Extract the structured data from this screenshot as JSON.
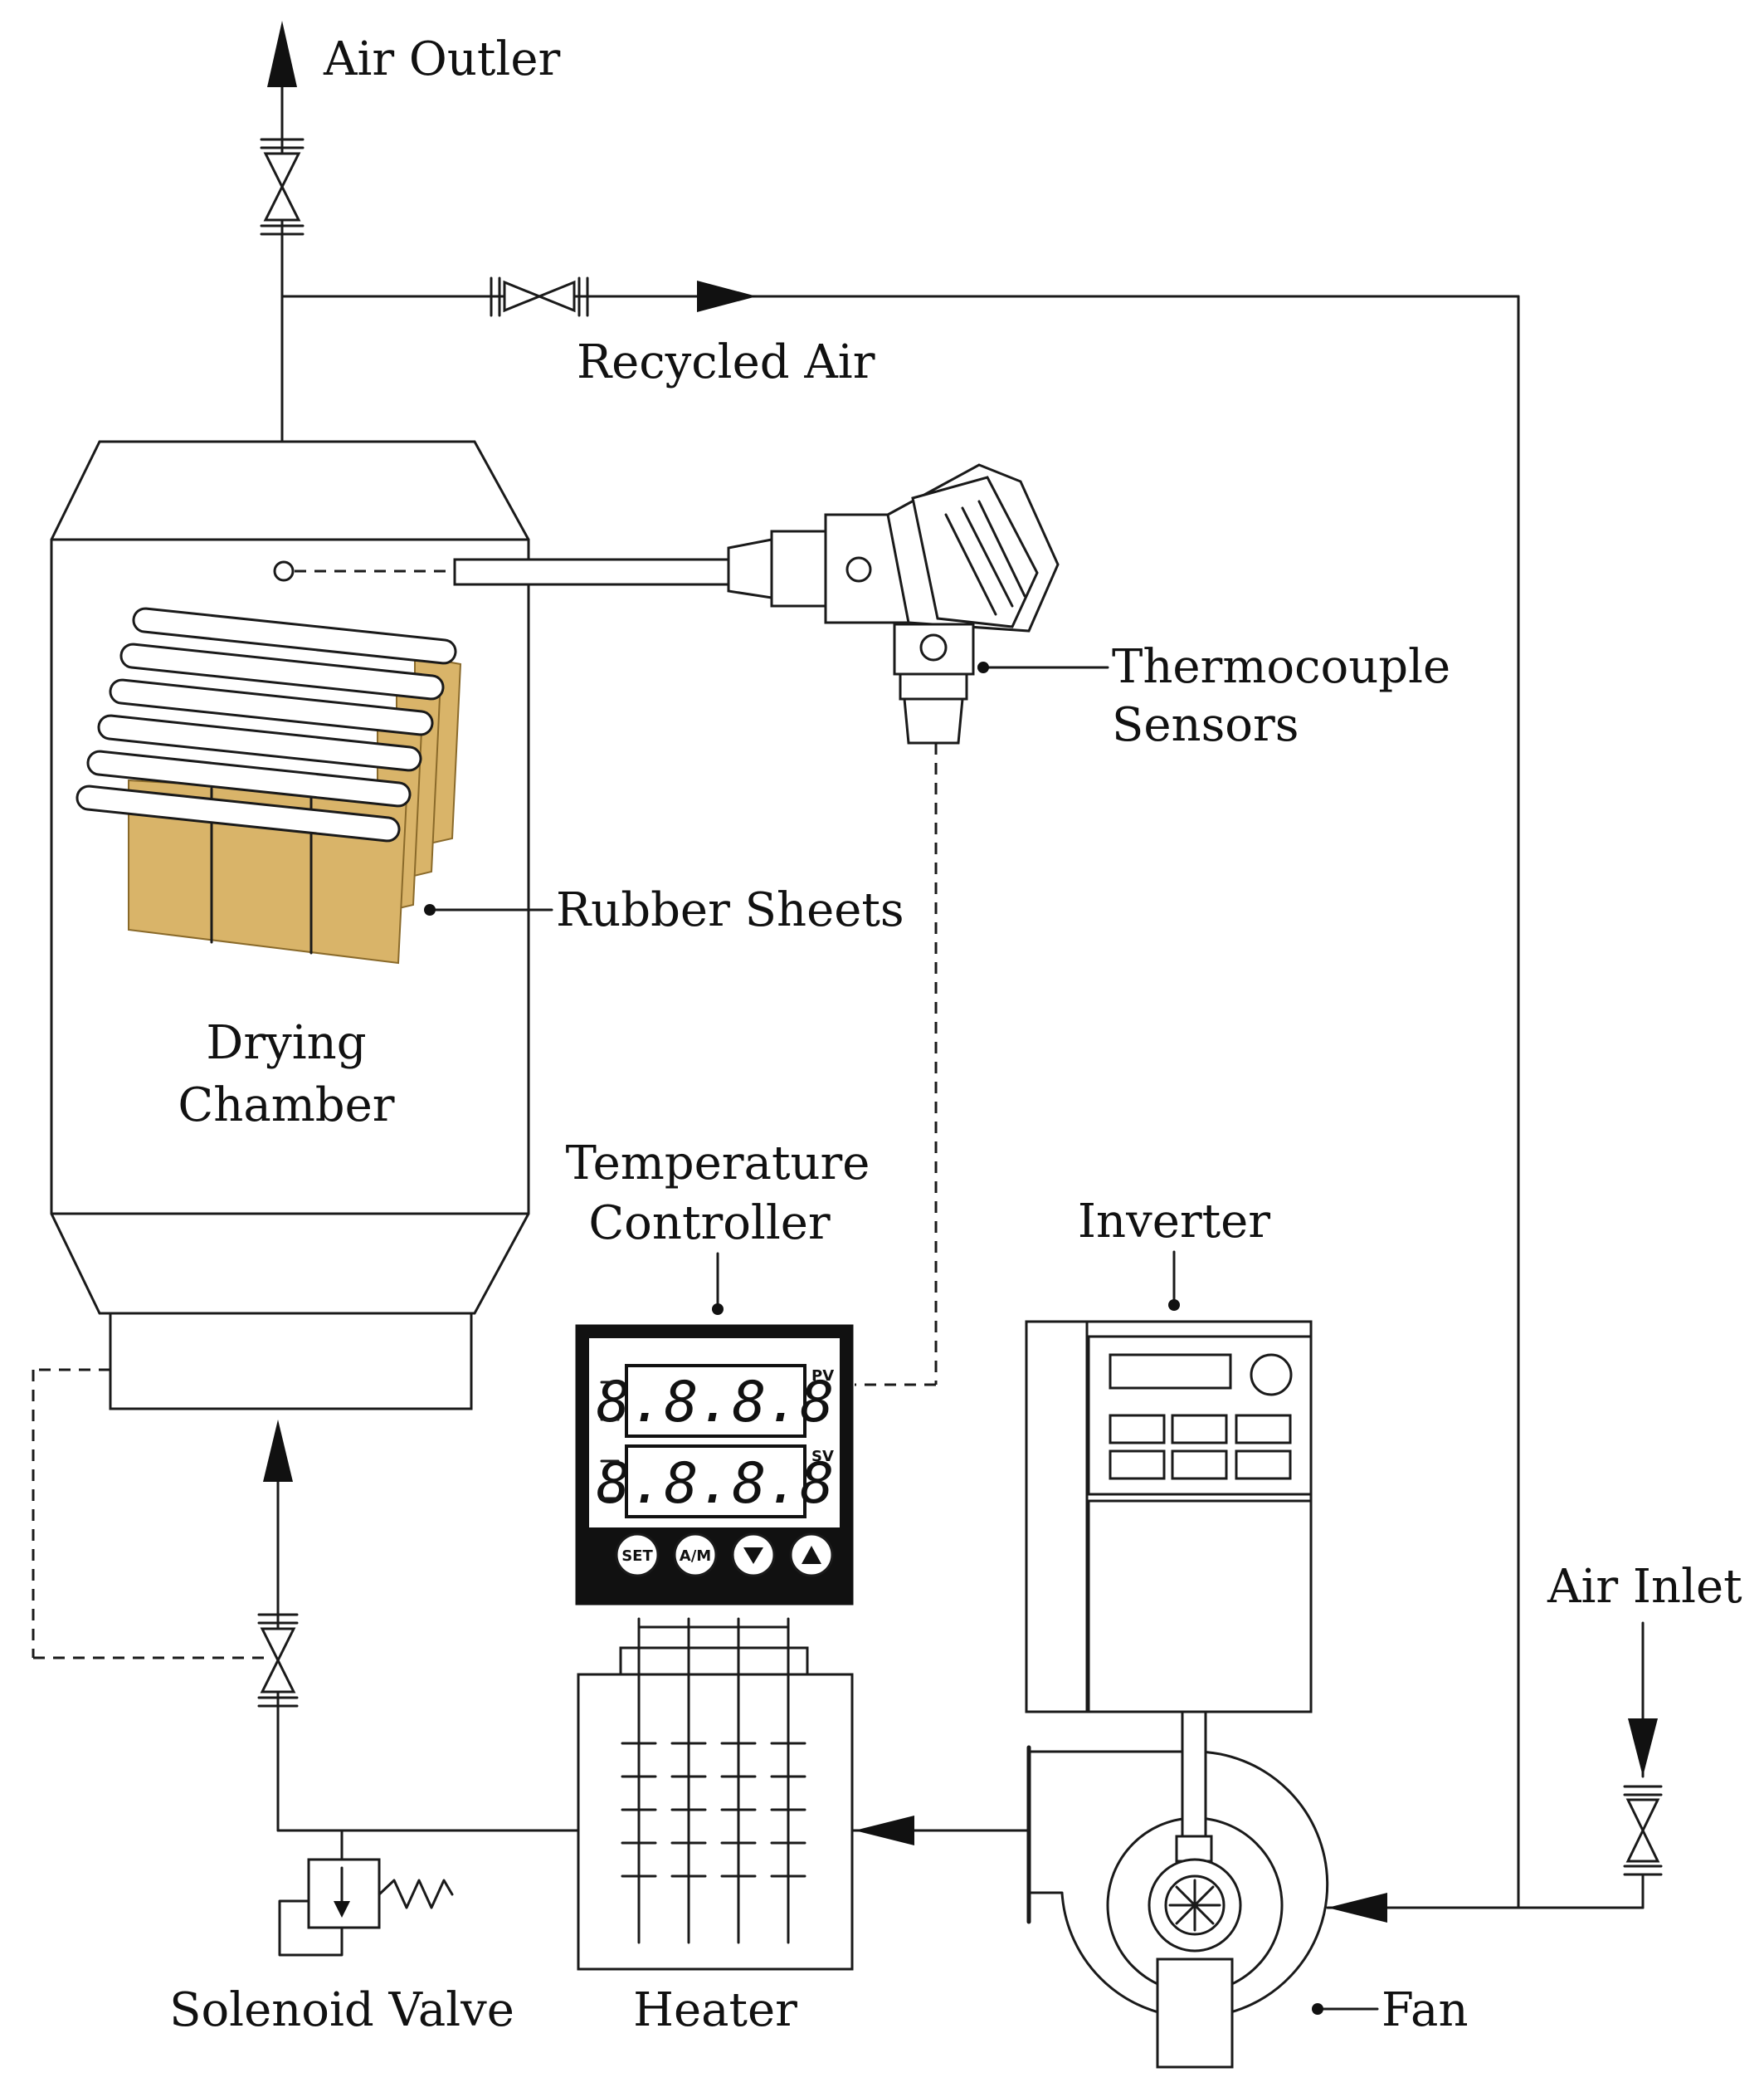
{
  "labels": {
    "air_outlet": "Air Outler",
    "recycled_air": "Recycled Air",
    "thermocouple_line1": "Thermocouple",
    "thermocouple_line2": "Sensors",
    "rubber_sheets": "Rubber Sheets",
    "drying_line1": "Drying",
    "drying_line2": "Chamber",
    "temp_ctrl_line1": "Temperature",
    "temp_ctrl_line2": "Controller",
    "inverter": "Inverter",
    "air_inlet": "Air Inlet",
    "solenoid_valve": "Solenoid Valve",
    "heater": "Heater",
    "fan": "Fan"
  },
  "controller": {
    "pv": "PV",
    "sv": "SV",
    "display_pv": "8.8.8.8",
    "display_sv": "8.8.8.8",
    "btn_set": "SET",
    "btn_am": "A/M"
  },
  "icons": [
    "up-arrow-icon",
    "right-arrow-icon",
    "left-arrow-icon",
    "down-arrow-icon",
    "valve-icon",
    "fan-icon",
    "heater-icon",
    "controller-icon",
    "inverter-icon",
    "thermocouple-icon",
    "solenoid-valve-icon"
  ],
  "colors": {
    "line": "#1a1a1a",
    "rubber": "#d9b469",
    "background": "#ffffff"
  }
}
